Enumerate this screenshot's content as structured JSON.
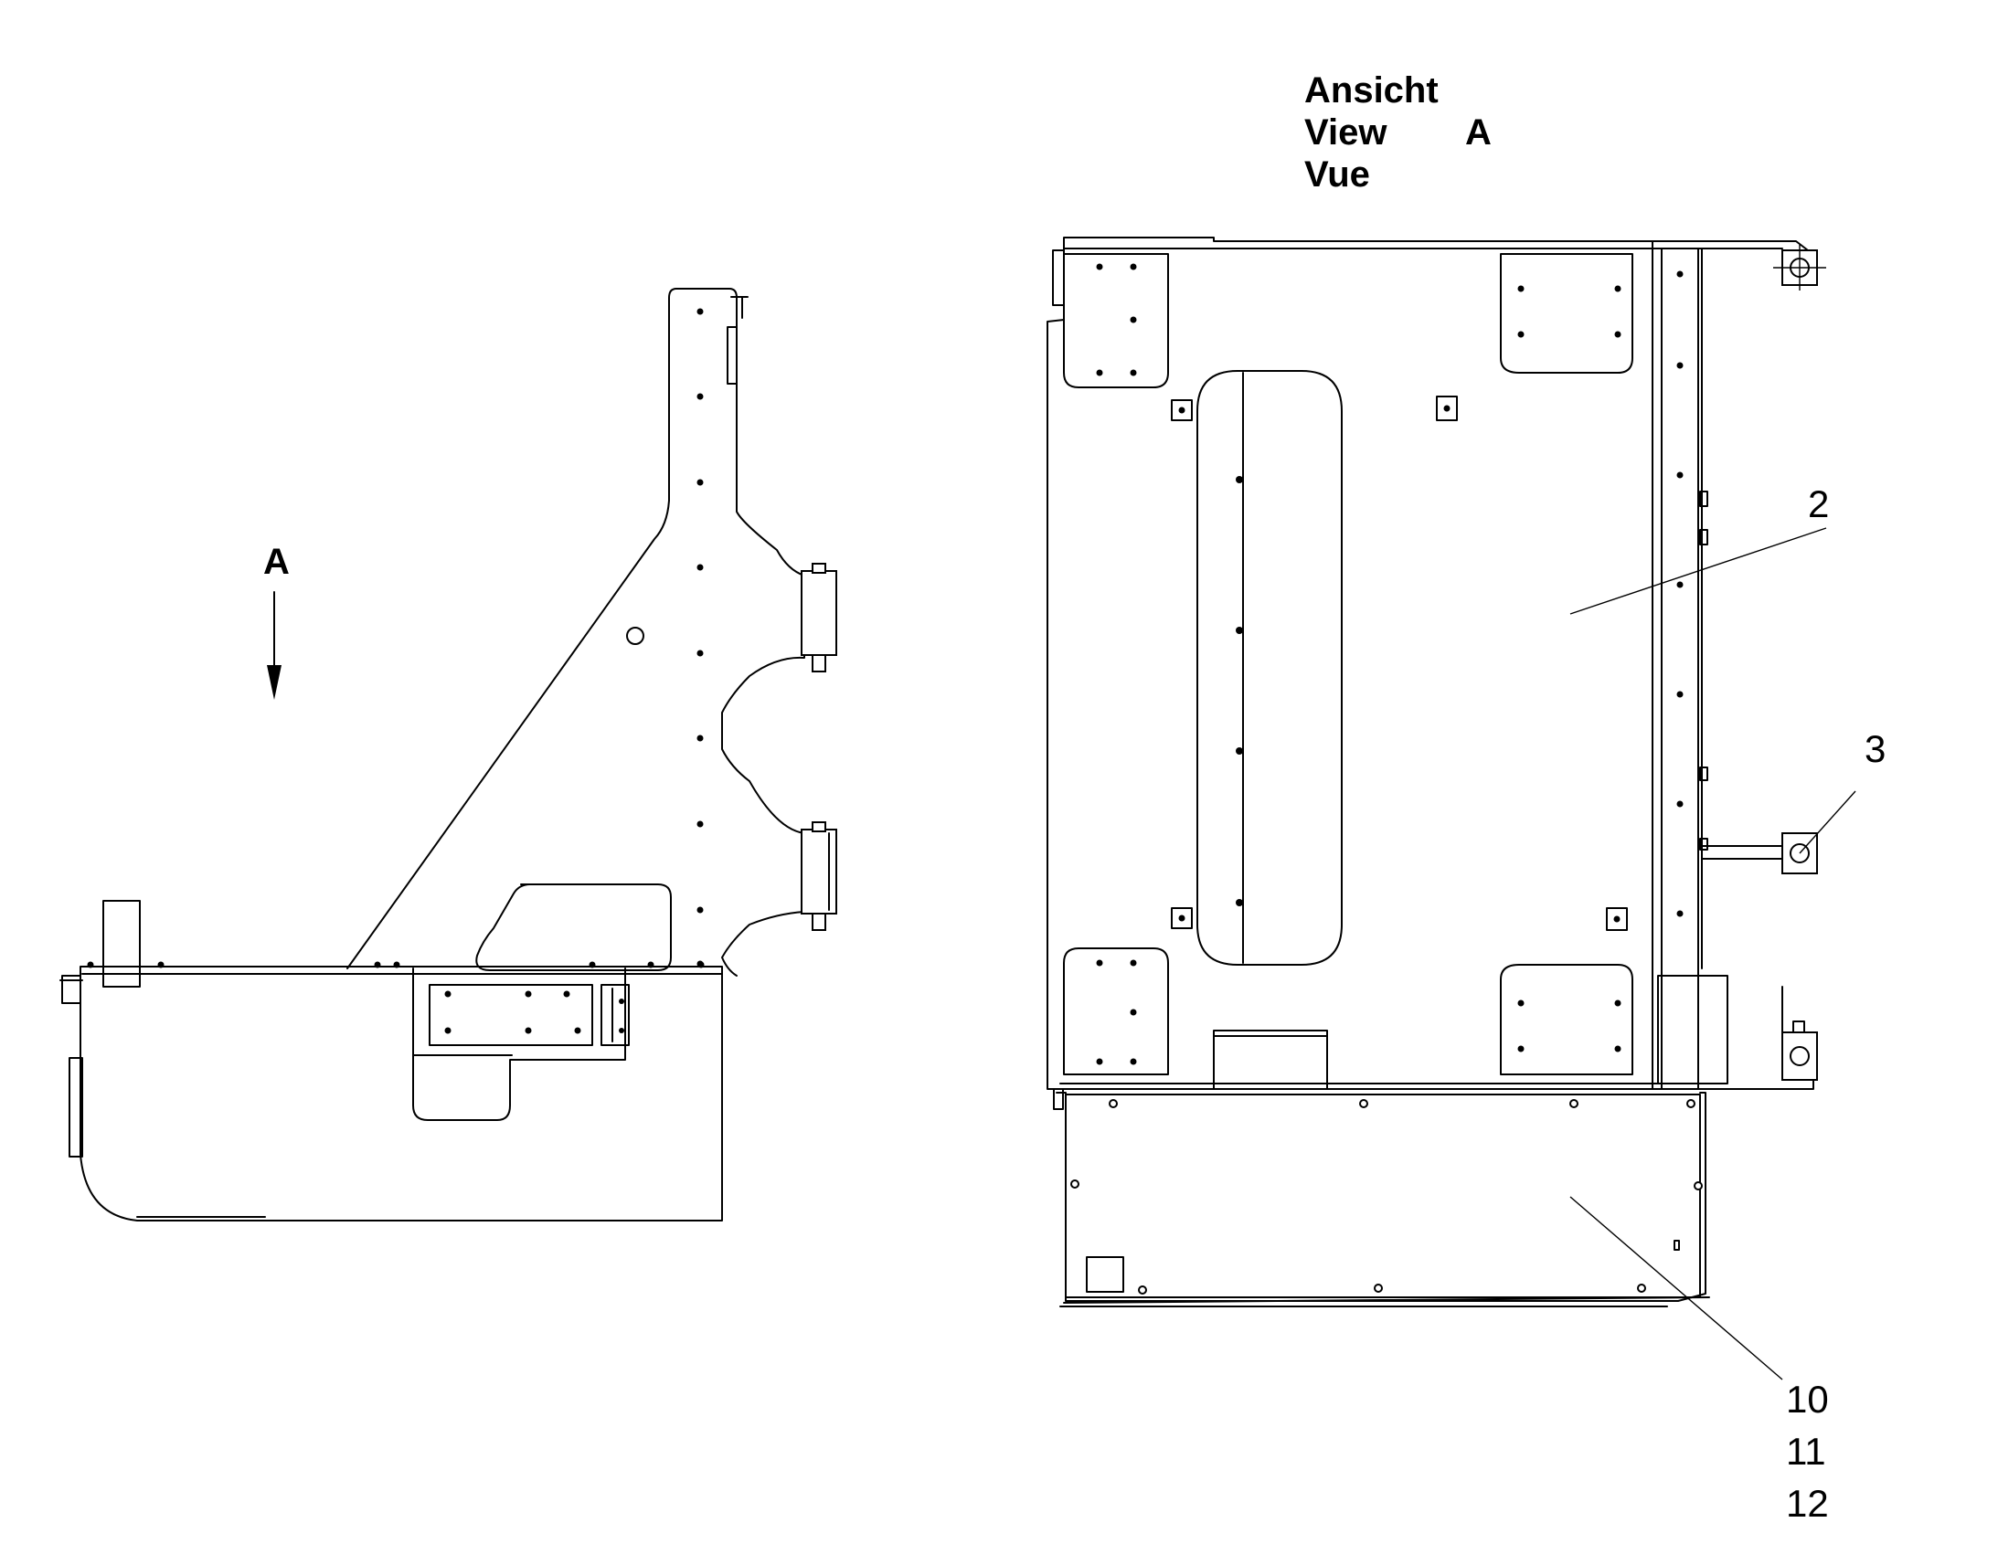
{
  "view_header": {
    "lines": [
      "Ansicht",
      "View",
      "Vue"
    ],
    "letter": "A"
  },
  "side_view_marker": "A",
  "callouts": [
    {
      "id": "2",
      "text": "2"
    },
    {
      "id": "3",
      "text": "3"
    },
    {
      "id": "10",
      "text": "10"
    },
    {
      "id": "11",
      "text": "11"
    },
    {
      "id": "12",
      "text": "12"
    }
  ]
}
